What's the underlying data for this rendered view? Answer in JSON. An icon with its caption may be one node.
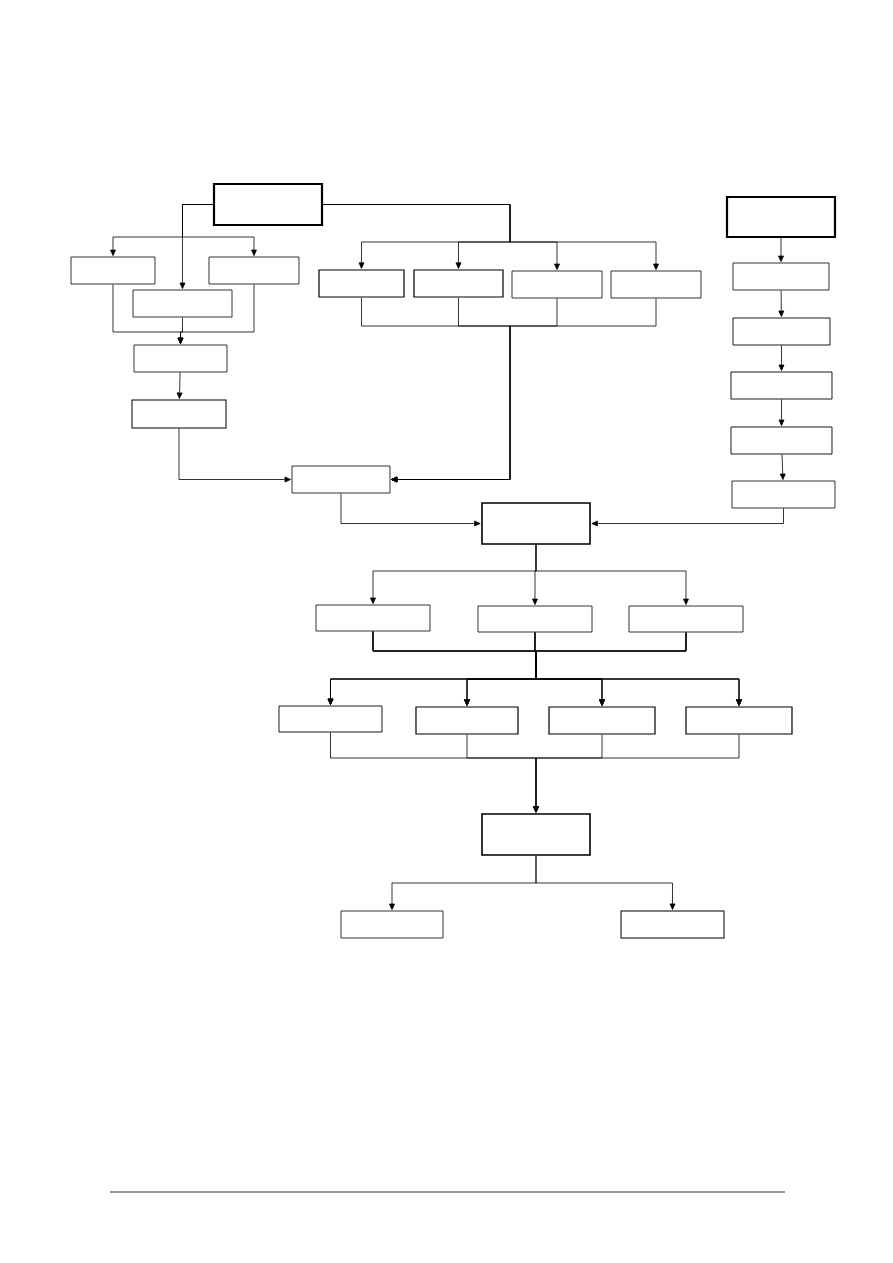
{
  "diagram": {
    "nodes": [
      {
        "text": [],
        "shape": "box"
      },
      {
        "text": [],
        "shape": "box"
      },
      {
        "text": [],
        "shape": "box"
      },
      {
        "text": [],
        "shape": "box"
      },
      {
        "text": [],
        "shape": "box"
      },
      {
        "text": [],
        "shape": "box"
      },
      {
        "text": [],
        "shape": "box"
      },
      {
        "text": [],
        "shape": "box"
      },
      {
        "text": [],
        "shape": "box"
      },
      {
        "text": [],
        "shape": "box"
      },
      {
        "text": [],
        "shape": "box"
      },
      {
        "text": [],
        "shape": "box"
      },
      {
        "text": [],
        "shape": "box"
      },
      {
        "text": [],
        "shape": "box"
      },
      {
        "text": [],
        "shape": "box"
      },
      {
        "text": [],
        "shape": "box"
      },
      {
        "text": [],
        "shape": "box"
      },
      {
        "text": [],
        "shape": "box"
      },
      {
        "text": [],
        "shape": "box"
      },
      {
        "text": [],
        "shape": "box"
      },
      {
        "text": [],
        "shape": "box"
      },
      {
        "text": [],
        "shape": "box"
      },
      {
        "text": [],
        "shape": "box"
      },
      {
        "text": [],
        "shape": "box"
      },
      {
        "text": [],
        "shape": "box"
      },
      {
        "text": [],
        "shape": "box"
      },
      {
        "text": [],
        "shape": "box"
      },
      {
        "text": [],
        "shape": "box"
      }
    ],
    "edges": [
      {
        "from": 0,
        "to": 1,
        "arrow": "to"
      },
      {
        "from": 0,
        "to": 2,
        "arrow": "to"
      },
      {
        "from": 0,
        "to": 3,
        "arrow": "to"
      },
      {
        "from": 1,
        "to": 4,
        "arrow": "to"
      },
      {
        "from": 2,
        "to": 4,
        "arrow": "to"
      },
      {
        "from": 3,
        "to": 4,
        "arrow": "to"
      },
      {
        "from": 4,
        "to": 5,
        "arrow": "to"
      },
      {
        "from": 5,
        "to": 6,
        "arrow": "to"
      },
      {
        "from": 0,
        "to": 7,
        "arrow": "to"
      },
      {
        "from": 0,
        "to": 8,
        "arrow": "to"
      },
      {
        "from": 0,
        "to": 9,
        "arrow": "to"
      },
      {
        "from": 0,
        "to": 10,
        "arrow": "to"
      },
      {
        "from": 7,
        "to": 6,
        "arrow": "to"
      },
      {
        "from": 8,
        "to": 6,
        "arrow": "to"
      },
      {
        "from": 9,
        "to": 6,
        "arrow": "to"
      },
      {
        "from": 10,
        "to": 6,
        "arrow": "to"
      },
      {
        "from": 11,
        "to": 12,
        "arrow": "to"
      },
      {
        "from": 12,
        "to": 13,
        "arrow": "to"
      },
      {
        "from": 13,
        "to": 14,
        "arrow": "to"
      },
      {
        "from": 14,
        "to": 15,
        "arrow": "to"
      },
      {
        "from": 15,
        "to": 16,
        "arrow": "to"
      },
      {
        "from": 6,
        "to": 17,
        "arrow": "to"
      },
      {
        "from": 16,
        "to": 17,
        "arrow": "to"
      },
      {
        "from": 17,
        "to": 18,
        "arrow": "to"
      },
      {
        "from": 17,
        "to": 19,
        "arrow": "to"
      },
      {
        "from": 17,
        "to": 20,
        "arrow": "to"
      },
      {
        "from": 18,
        "to": 21,
        "arrow": "to"
      },
      {
        "from": 18,
        "to": 22,
        "arrow": "to"
      },
      {
        "from": 18,
        "to": 23,
        "arrow": "to"
      },
      {
        "from": 18,
        "to": 24,
        "arrow": "to"
      },
      {
        "from": 19,
        "to": 21,
        "arrow": "to"
      },
      {
        "from": 19,
        "to": 22,
        "arrow": "to"
      },
      {
        "from": 19,
        "to": 23,
        "arrow": "to"
      },
      {
        "from": 19,
        "to": 24,
        "arrow": "to"
      },
      {
        "from": 20,
        "to": 21,
        "arrow": "to"
      },
      {
        "from": 20,
        "to": 22,
        "arrow": "to"
      },
      {
        "from": 20,
        "to": 23,
        "arrow": "to"
      },
      {
        "from": 20,
        "to": 24,
        "arrow": "to"
      },
      {
        "from": 21,
        "to": 25,
        "arrow": "to"
      },
      {
        "from": 22,
        "to": 25,
        "arrow": "to"
      },
      {
        "from": 23,
        "to": 25,
        "arrow": "to"
      },
      {
        "from": 24,
        "to": 25,
        "arrow": "to"
      },
      {
        "from": 25,
        "to": 26,
        "arrow": "to"
      },
      {
        "from": 25,
        "to": 27,
        "arrow": "to"
      }
    ]
  }
}
